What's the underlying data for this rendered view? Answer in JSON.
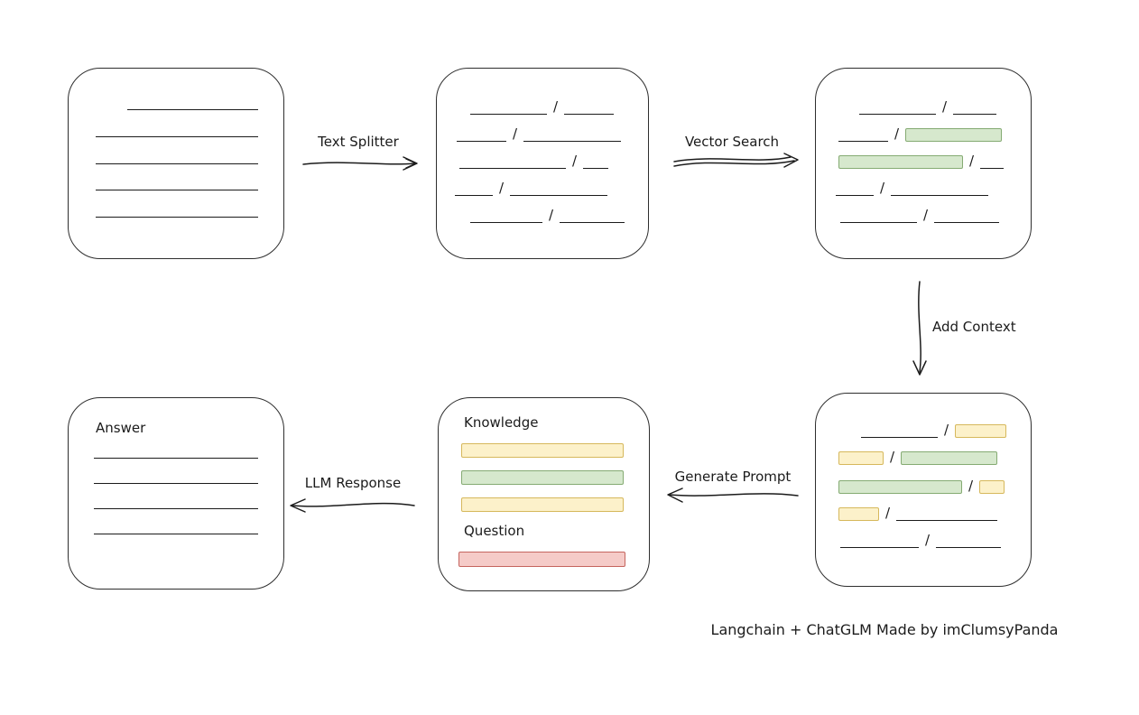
{
  "diagram": {
    "separator": "/",
    "caption": "Langchain + ChatGLM Made by imClumsyPanda",
    "arrows": {
      "text_splitter": "Text Splitter",
      "vector_search": "Vector Search",
      "add_context": "Add Context",
      "generate_prompt": "Generate Prompt",
      "llm_response": "LLM Response"
    },
    "nodes": {
      "prompt": {
        "knowledge_label": "Knowledge",
        "question_label": "Question"
      },
      "answer": {
        "label": "Answer"
      }
    }
  },
  "colors": {
    "green-fill": "#d6e8cd",
    "green-stroke": "#85ab73",
    "yellow-fill": "#fcf1ca",
    "yellow-stroke": "#d6b85c",
    "red-fill": "#f5cbc8",
    "red-stroke": "#c5655f",
    "ink": "#1b1b1b"
  }
}
